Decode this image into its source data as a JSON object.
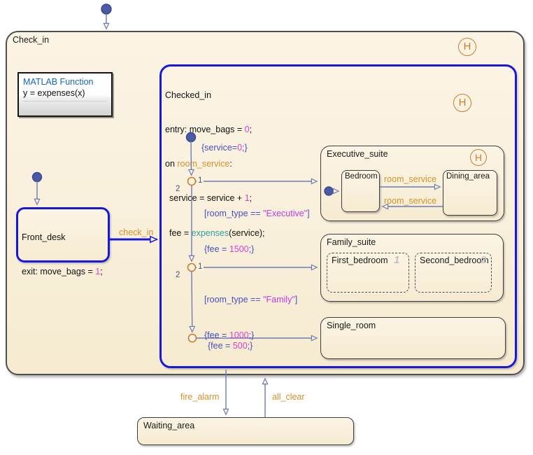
{
  "colors": {
    "selection_blue": "#1818DD",
    "state_fill": "#FAF1DE",
    "event_orange": "#D4912B",
    "number_magenta": "#E23BD3",
    "string_purple": "#C43BE2",
    "function_teal": "#2E9FA5",
    "junction_orange": "#C87E2E",
    "wire_slate": "#6E7BB4"
  },
  "states": {
    "check_in": {
      "name": "Check_in"
    },
    "matlab_function": {
      "title": "MATLAB Function",
      "code": "y = expenses(x)"
    },
    "front_desk": {
      "name": "Front_desk",
      "exit_prefix": "exit: move_bags = ",
      "exit_value": "1",
      "exit_suffix": ";"
    },
    "checked_in": {
      "name": "Checked_in",
      "entry_prefix": "entry: move_bags = ",
      "entry_value": "0",
      "entry_suffix": ";",
      "on_prefix": "on ",
      "on_event": "room_service",
      "on_suffix": ":",
      "svc_prefix": "service = service + ",
      "svc_value": "1",
      "svc_suffix": ";",
      "fee_prefix": "fee = ",
      "fee_fn": "expenses",
      "fee_suffix": "(service);"
    },
    "executive_suite": {
      "name": "Executive_suite"
    },
    "bedroom": {
      "name": "Bedroom"
    },
    "dining_area": {
      "name": "Dining_area"
    },
    "family_suite": {
      "name": "Family_suite"
    },
    "first_bedroom": {
      "name": "First_bedroom",
      "order": "1"
    },
    "second_bedroom": {
      "name": "Second_bedroom",
      "order": "2"
    },
    "single_room": {
      "name": "Single_room"
    },
    "waiting_area": {
      "name": "Waiting_area"
    }
  },
  "transitions": {
    "check_in_event": "check_in",
    "fire_alarm_event": "fire_alarm",
    "all_clear_event": "all_clear",
    "room_service_to": "room_service",
    "room_service_back": "room_service",
    "init_prefix": "{service=",
    "init_value": "0",
    "init_suffix": ";}",
    "exec_cond_prefix": "[room_type == ",
    "exec_cond_str": "\"Executive\"",
    "exec_cond_suffix": "]",
    "exec_fee_prefix": "{fee = ",
    "exec_fee_value": "1500",
    "exec_fee_suffix": ";}",
    "family_cond_prefix": "[room_type == ",
    "family_cond_str": "\"Family\"",
    "family_cond_suffix": "]",
    "family_fee_prefix": "{fee = ",
    "family_fee_value": "1000",
    "family_fee_suffix": ";}",
    "single_fee_prefix": "{fee = ",
    "single_fee_value": "500",
    "single_fee_suffix": ";}"
  },
  "junctions": {
    "history_label": "H",
    "j1_out1": "1",
    "j1_out2": "2",
    "j2_out1": "1",
    "j2_out2": "2"
  }
}
